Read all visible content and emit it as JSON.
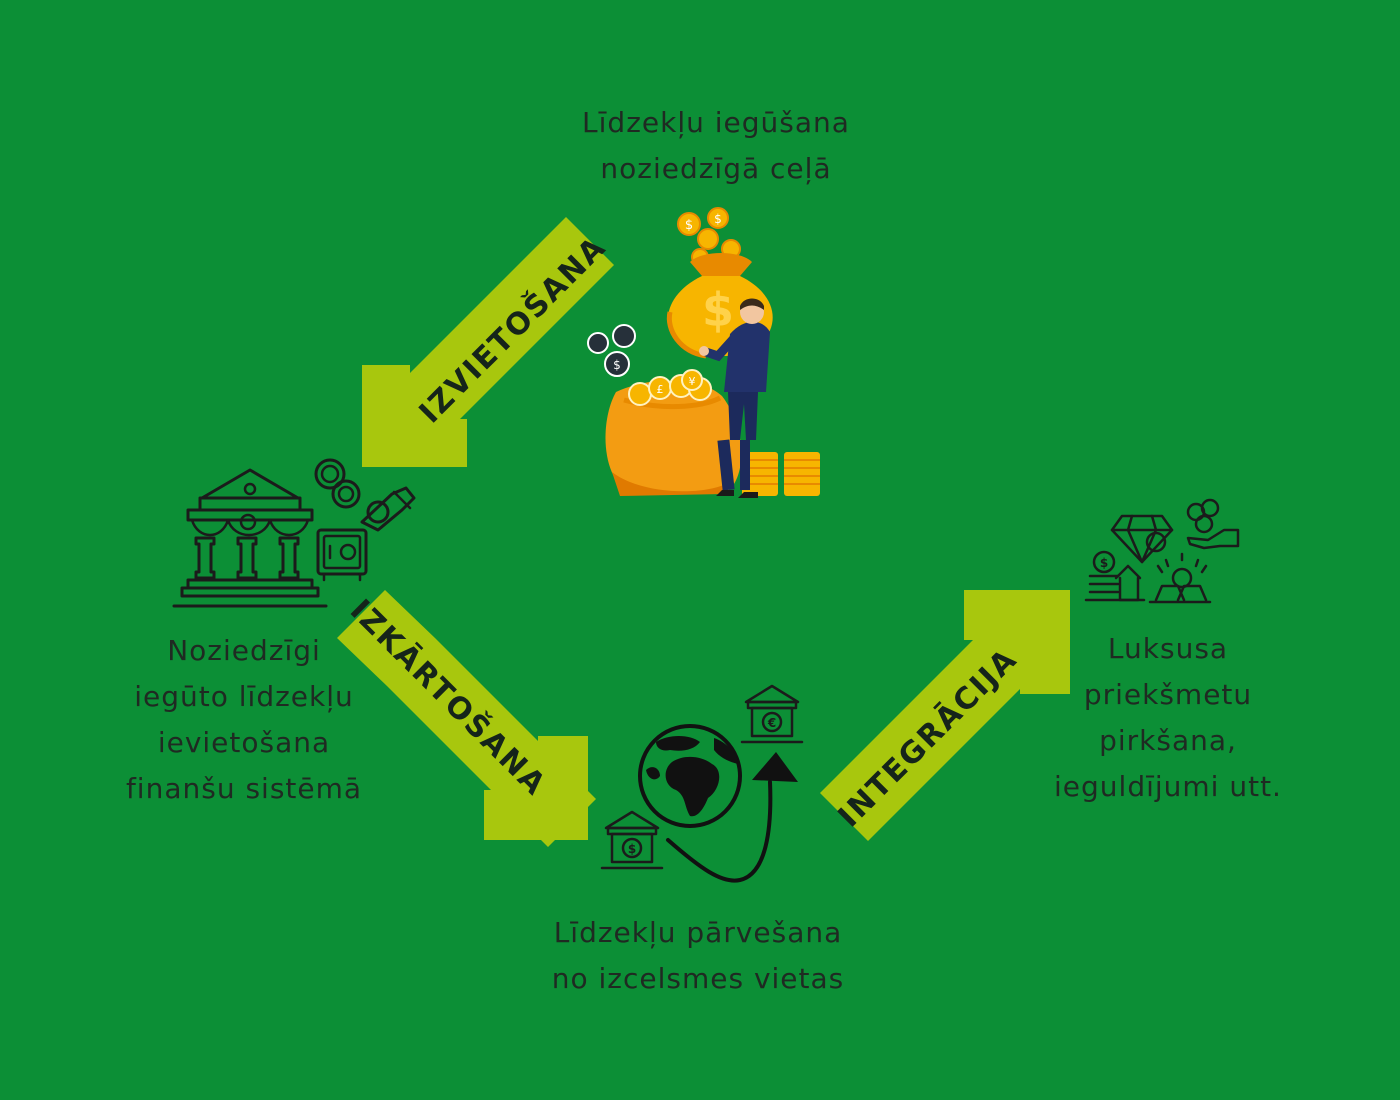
{
  "colors": {
    "background": "#0c8f36",
    "arrow": "#a8c70d",
    "text": "#1f2a22",
    "icon": "#1b1b1b",
    "gold": "#f7b500",
    "gold_dark": "#e88a00",
    "suit": "#22326b"
  },
  "stages": {
    "top": {
      "lines": [
        "Līdzekļu iegūšana",
        "noziedzīgā ceļā"
      ],
      "icon": "money-bag-businessman-icon"
    },
    "left": {
      "lines": [
        "Noziedzīgi",
        "iegūto līdzekļu",
        "ievietošana",
        "finanšu sistēmā"
      ],
      "icon": "bank-building-icon"
    },
    "bottom": {
      "lines": [
        "Līdzekļu pārvešana",
        "no izcelsmes vietas"
      ],
      "icon": "globe-transfer-icon"
    },
    "right": {
      "lines": [
        "Luksusa",
        "priekšmetu",
        "pirkšana,",
        "ieguldījumi utt."
      ],
      "icon": "luxury-assets-icon"
    }
  },
  "arrows": {
    "placement": "IZVIETOŠANA",
    "layering": "IZKĀRTOŠANA",
    "integration": "INTEGRĀCIJA"
  },
  "symbols": {
    "dollar": "$",
    "euro": "€",
    "yen": "¥",
    "pound": "£"
  }
}
